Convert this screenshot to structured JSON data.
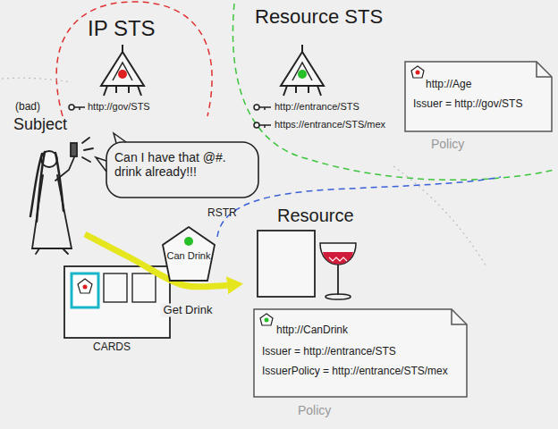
{
  "diagram": {
    "nodes": [
      {
        "text": [
          "IP STS",
          "http://gov/STS"
        ]
      },
      {
        "text": [
          "Resource STS",
          "http://entrance/STS",
          "https://entrance/STS/mex"
        ]
      },
      {
        "text": [
          "http://Age",
          "Issuer = http://gov/STS",
          "Policy"
        ],
        "in": 1
      },
      {
        "text": [
          "(bad)",
          "Subject"
        ]
      },
      {
        "text": [
          "Can I have that @#. drink already!!!"
        ]
      },
      {
        "text": [
          "CARDS"
        ]
      },
      {
        "text": [
          "RSTR",
          "Can Drink"
        ]
      },
      {
        "text": [
          "Resource"
        ]
      },
      {
        "text": [
          "http://CanDrink",
          "Issuer = http://entrance/STS",
          "IssuerPolicy = http://entrance/STS/mex",
          "Policy"
        ],
        "in": 7
      }
    ],
    "edges": [
      {
        "from": 3,
        "to": 7,
        "arrow": "to",
        "label": "Get Drink"
      }
    ]
  }
}
